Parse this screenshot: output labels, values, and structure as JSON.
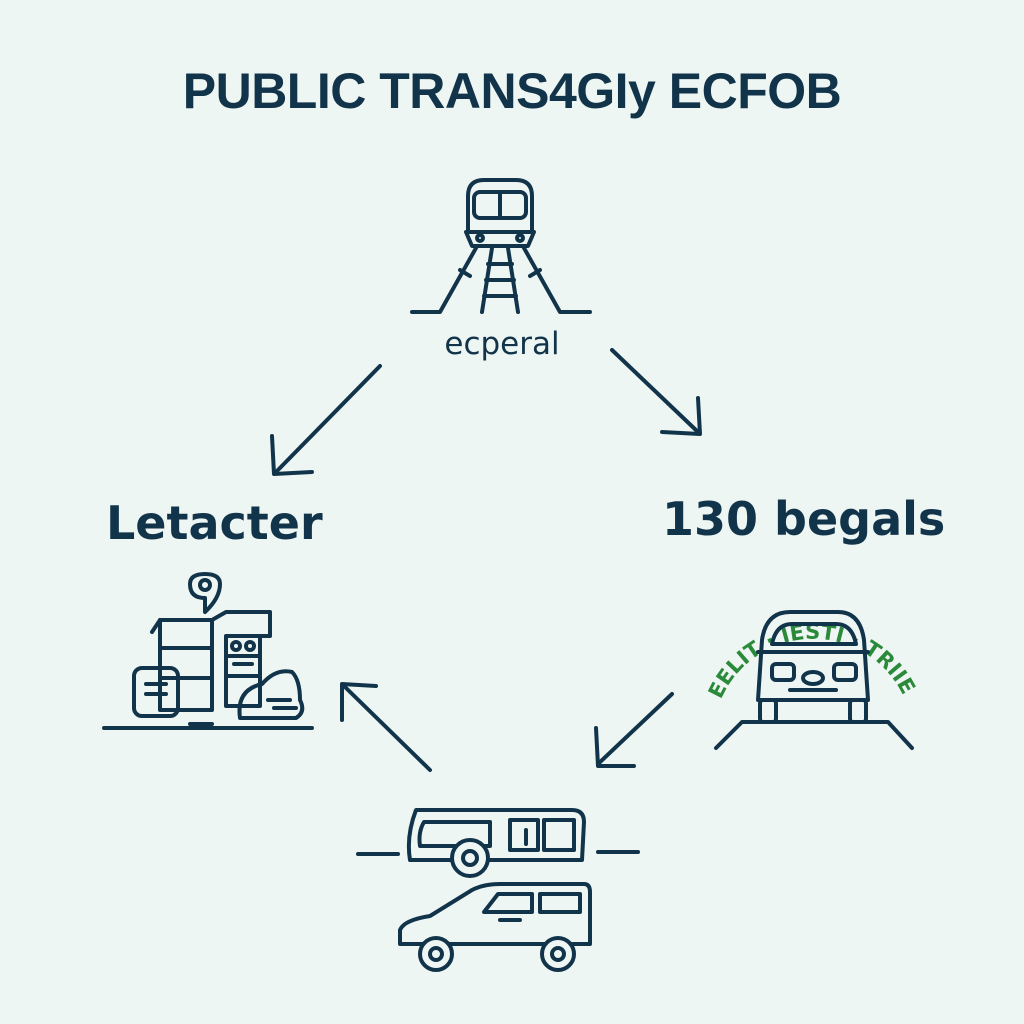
{
  "diagram": {
    "title": "PUBLIC TRANS4GIy ECFOB",
    "nodes": {
      "top": {
        "label": "ecperal",
        "icon": "train-icon"
      },
      "left": {
        "label": "Letacter",
        "icon": "waste-bins-icon"
      },
      "right": {
        "label": "130 begals",
        "icon": "van-icon",
        "badge_text": "TBEELIT · IESTI · TRIIEGN"
      },
      "bottom": {
        "icon": "bus-and-car-icon"
      }
    },
    "colors": {
      "ink": "#12344a",
      "accent_green": "#2a8a3a",
      "background": "#eef6f4"
    }
  }
}
